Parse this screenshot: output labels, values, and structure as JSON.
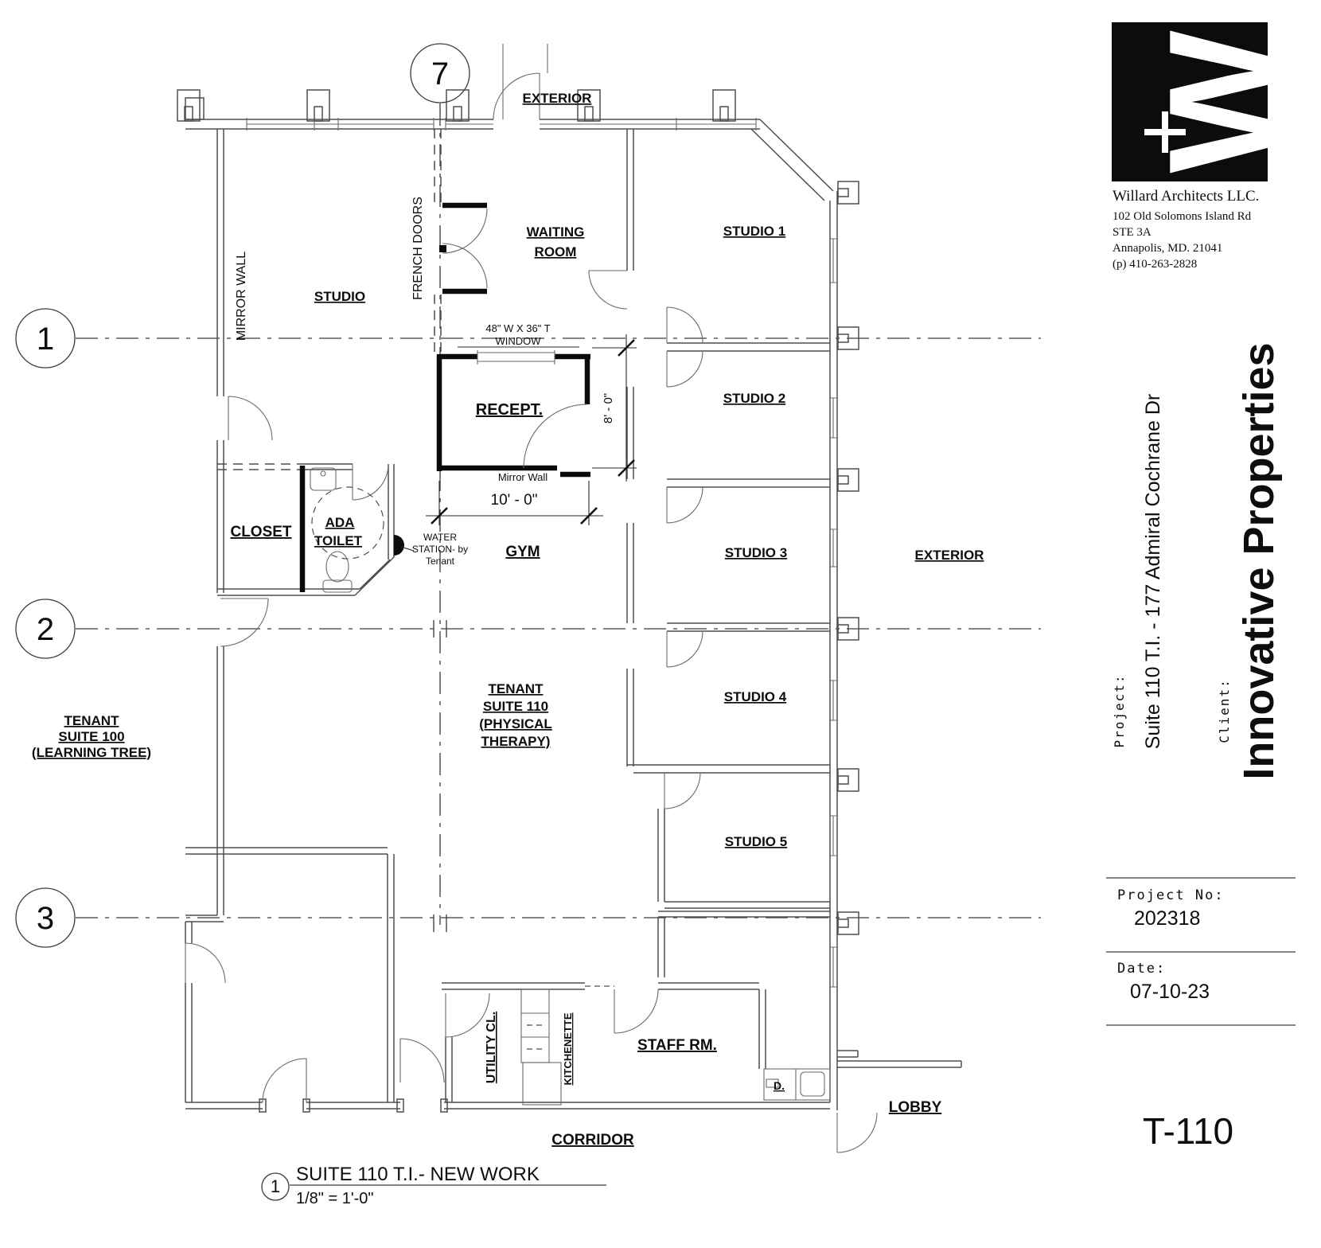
{
  "sheet": {
    "drawing_title": "SUITE 110 T.I.- NEW WORK",
    "drawing_scale": "1/8\" = 1'-0\"",
    "detail_number": "1",
    "sheet_number": "T-110"
  },
  "architect": {
    "firm": "Willard Architects LLC.",
    "address_line1": "102 Old Solomons Island Rd",
    "address_line2": "STE 3A",
    "address_line3": "Annapolis, MD. 21041",
    "phone": "(p) 410-263-2828"
  },
  "title_block": {
    "project_label": "Project:",
    "project_value": "Suite 110 T.I. - 177 Admiral Cochrane Dr",
    "client_label": "Client:",
    "client_value": "Innovative Properties",
    "project_no_label": "Project No:",
    "project_no_value": "202318",
    "date_label": "Date:",
    "date_value": "07-10-23"
  },
  "grid": {
    "b1": "1",
    "b2": "2",
    "b3": "3",
    "b7": "7"
  },
  "rooms": {
    "exterior_top": "EXTERIOR",
    "exterior_right": "EXTERIOR",
    "waiting": [
      "WAITING",
      "ROOM"
    ],
    "studio": "STUDIO",
    "studio1": "STUDIO 1",
    "studio2": "STUDIO 2",
    "studio3": "STUDIO 3",
    "studio4": "STUDIO 4",
    "studio5": "STUDIO 5",
    "recept": "RECEPT.",
    "gym": "GYM",
    "closet": "CLOSET",
    "ada_toilet": [
      "ADA",
      "TOILET"
    ],
    "tenant110": [
      "TENANT",
      "SUITE 110",
      "(PHYSICAL",
      "THERAPY)"
    ],
    "tenant100": [
      "TENANT",
      "SUITE 100",
      "(LEARNING TREE)"
    ],
    "utility": "UTILITY CL.",
    "kitchenette": "KITCHENETTE",
    "staff": "STAFF RM.",
    "lobby": "LOBBY",
    "corridor": "CORRIDOR"
  },
  "annotations": {
    "mirror_wall_vert": "MIRROR WALL",
    "french_doors": "FRENCH DOORS",
    "window_dim1": "48\" W  X 36\" T",
    "window_dim2": "WINDOW",
    "dim_8": "8' - 0\"",
    "dim_10": "10' - 0\"",
    "mirror_wall_small": "Mirror Wall",
    "water_station": [
      "WATER",
      "STATION- by",
      "Tenant"
    ],
    "dishwasher": "D."
  }
}
